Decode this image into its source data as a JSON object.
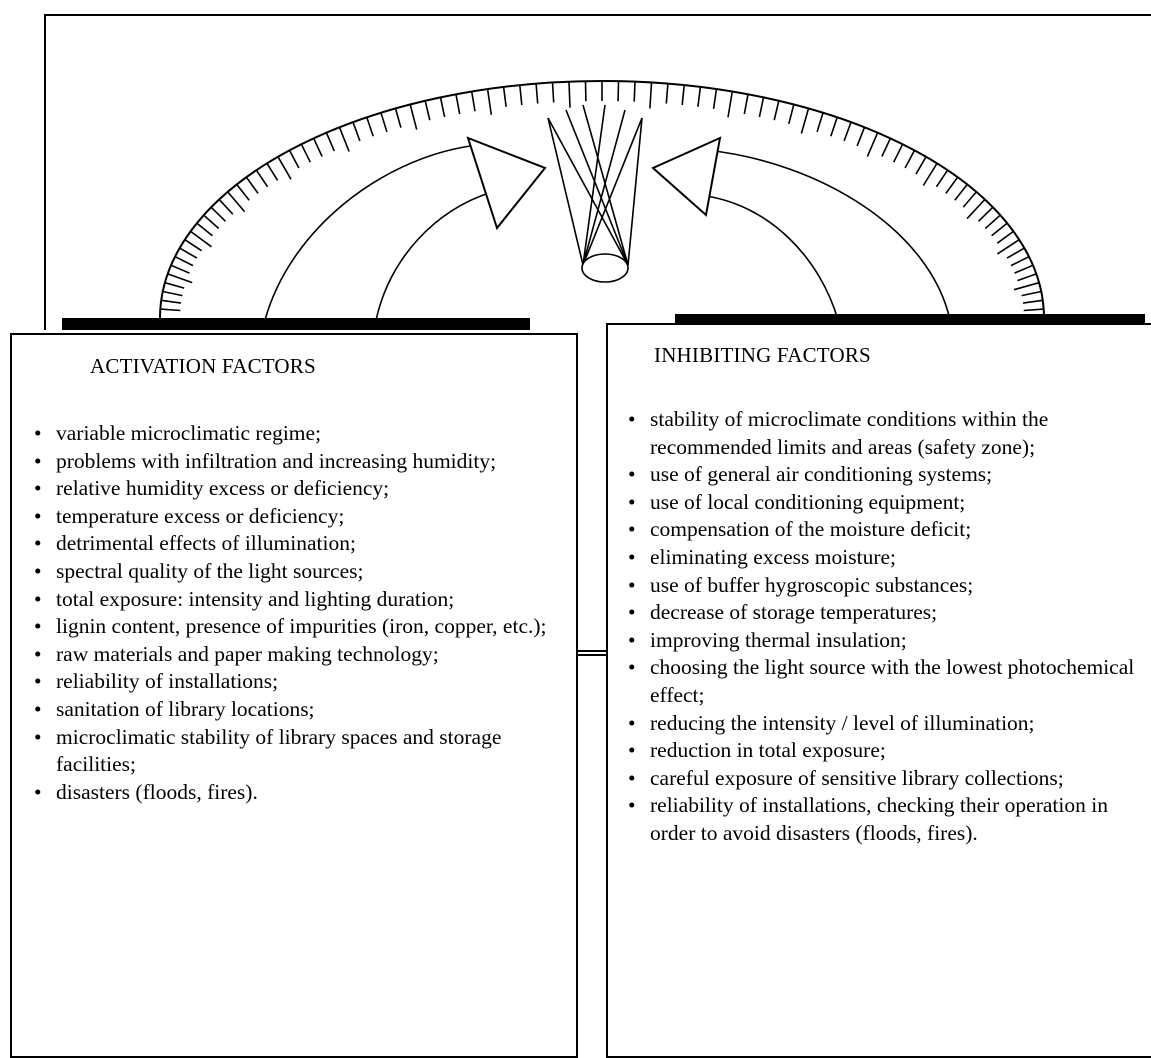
{
  "activation": {
    "title": "ACTIVATION FACTORS",
    "items": [
      "variable microclimatic regime;",
      "problems with infiltration and increasing humidity;",
      "relative humidity excess or deficiency;",
      "temperature excess or deficiency;",
      "detrimental effects of illumination;",
      "spectral quality of the light sources;",
      "total exposure: intensity and lighting duration;",
      "lignin content, presence of impurities (iron, copper, etc.);",
      "raw materials and paper making technology;",
      "reliability of installations;",
      "sanitation of library locations;",
      "microclimatic stability of library spaces and storage facilities;",
      "disasters (floods, fires)."
    ]
  },
  "inhibiting": {
    "title": "INHIBITING FACTORS",
    "items": [
      "stability of microclimate conditions within the recommended limits and areas (safety zone);",
      "use of general air conditioning systems;",
      "use of local conditioning equipment;",
      "compensation of the moisture deficit;",
      "eliminating excess moisture;",
      "use of buffer hygroscopic substances;",
      "decrease of storage temperatures;",
      "improving thermal insulation;",
      "choosing the light source with the lowest photochemical effect;",
      "reducing the intensity / level of illumination;",
      "reduction in total exposure;",
      "careful exposure of sensitive library collections;",
      "reliability of installations, checking their operation in order to avoid disasters (floods, fires)."
    ]
  }
}
